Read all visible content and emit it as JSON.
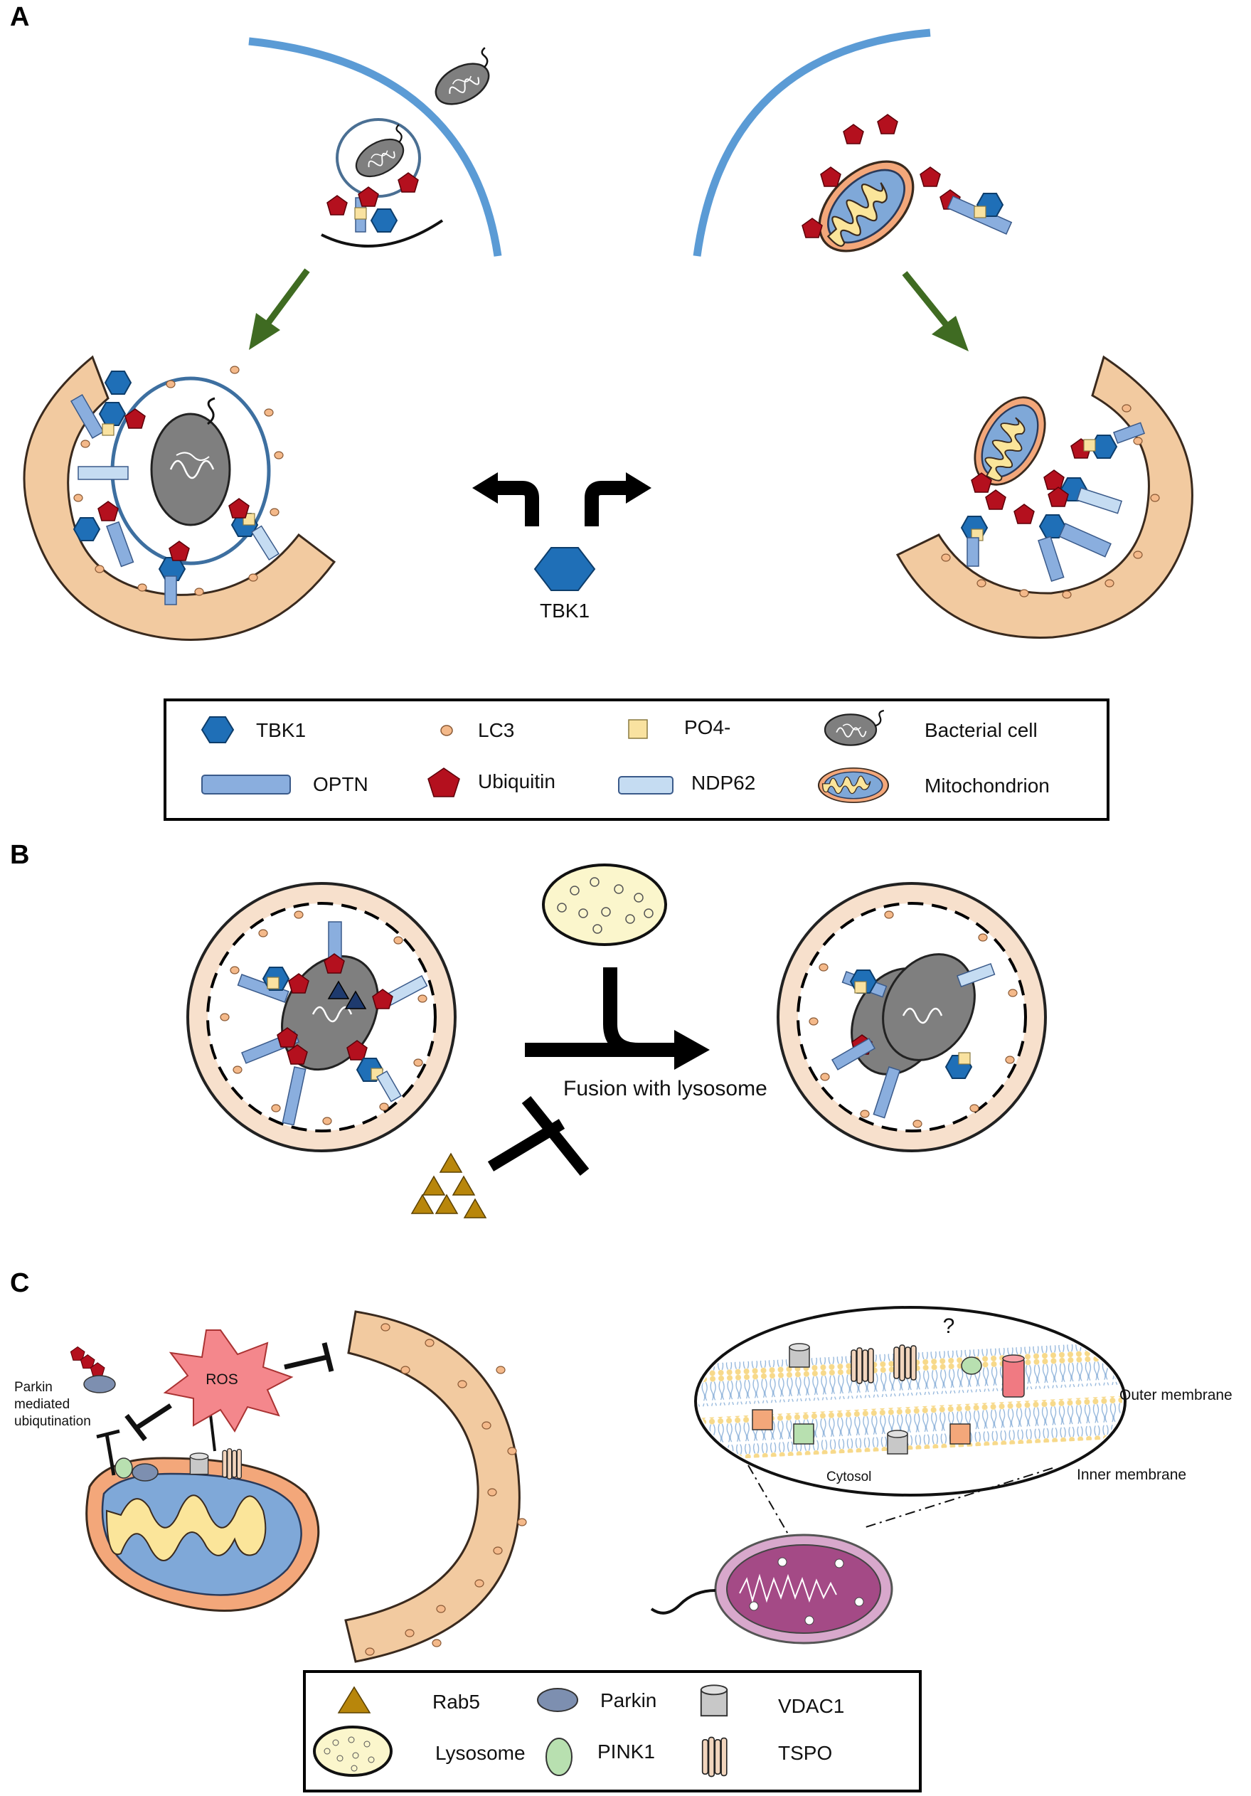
{
  "panels": {
    "a": "A",
    "b": "B",
    "c": "C"
  },
  "colors": {
    "membrane_blue": "#5b9bd5",
    "phagophore": "#f2caa0",
    "phagophore_stroke": "#7a5a3c",
    "tbk1": "#1f6fb7",
    "optn": "#8aaede",
    "ndp62": "#c5dcf2",
    "ubiquitin": "#b4101e",
    "lc3": "#f4b98a",
    "po4": "#f9e2a0",
    "bacterium": "#7f7f7f",
    "arrow_green": "#3f6b22",
    "rab5": "#b8860b",
    "lysosome": "#fbf6cc",
    "parkin": "#7d8fb0",
    "pink1": "#b8e0b0",
    "ros": "#f4878c",
    "tspo": "#f2d5bd",
    "vdac1": "#c8c8c8"
  },
  "panel_a": {
    "center_label": "TBK1",
    "legend": {
      "tbk1": "TBK1",
      "lc3": "LC3",
      "po4": "PO4-",
      "bacterial_cell": "Bacterial cell",
      "optn": "OPTN",
      "ubiquitin": "Ubiquitin",
      "ndp62": "NDP62",
      "mitochondrion": "Mitochondrion"
    }
  },
  "panel_b": {
    "fusion_label": "Fusion with lysosome"
  },
  "panel_c": {
    "ros": "ROS",
    "parkin_note": [
      "Parkin",
      "mediated",
      "ubiqutination"
    ],
    "question": "?",
    "outer_membrane": "Outer membrane",
    "inner_membrane": "Inner membrane",
    "cytosol": "Cytosol",
    "legend": {
      "rab5": "Rab5",
      "parkin": "Parkin",
      "vdac1": "VDAC1",
      "lysosome": "Lysosome",
      "pink1": "PINK1",
      "tspo": "TSPO"
    }
  }
}
